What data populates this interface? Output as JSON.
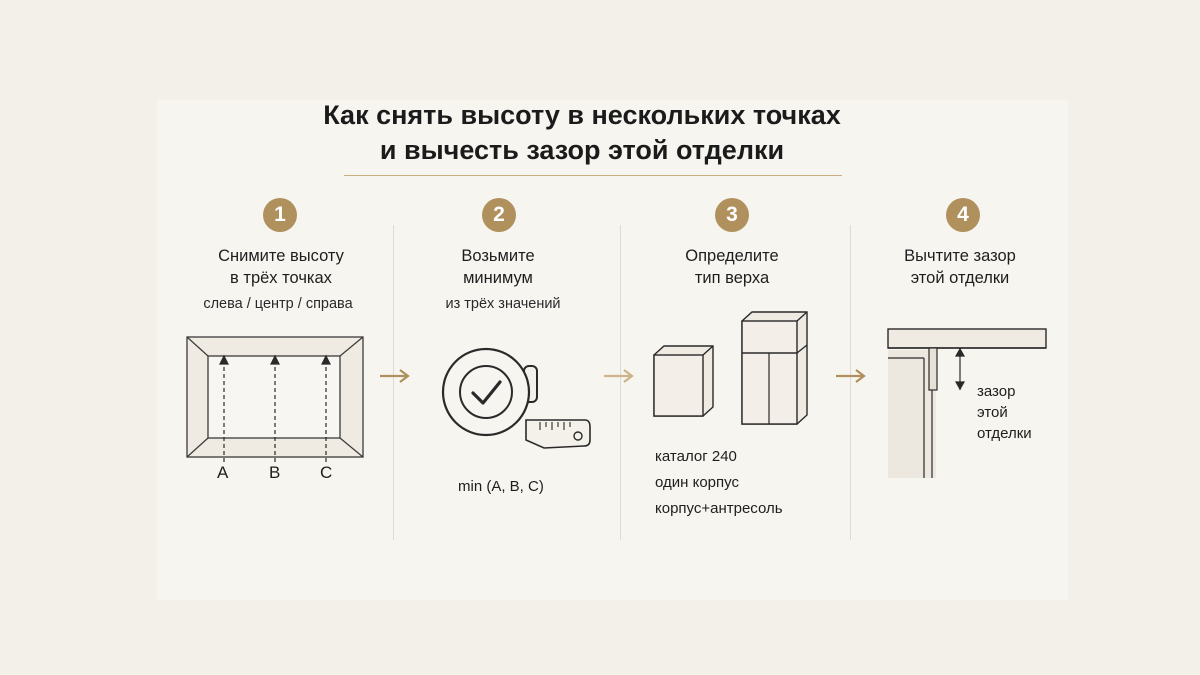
{
  "title": {
    "line1": "Как снять высоту в нескольких точках",
    "line2": "и вычесть зазор этой отделки"
  },
  "steps": [
    {
      "number": "1",
      "heading_l1": "Снимите высоту",
      "heading_l2": "в трёх точках",
      "sub": "слева / центр / справа"
    },
    {
      "number": "2",
      "heading_l1": "Возьмите",
      "heading_l2": "минимум",
      "sub": "из трёх значений"
    },
    {
      "number": "3",
      "heading_l1": "Определите",
      "heading_l2": "тип верха"
    },
    {
      "number": "4",
      "heading_l1": "Вычтите зазор",
      "heading_l2": "этой отделки"
    }
  ],
  "points": [
    "A",
    "B",
    "C"
  ],
  "min_formula": "min (A, B, C)",
  "top_types": [
    "каталог 240",
    "один корпус",
    "корпус+антресоль"
  ],
  "gap_label": [
    "зазор",
    "этой",
    "отделки"
  ],
  "colors": {
    "accent": "#b0905c",
    "arrow": "#b0905c",
    "outline": "#3a3a3a"
  }
}
